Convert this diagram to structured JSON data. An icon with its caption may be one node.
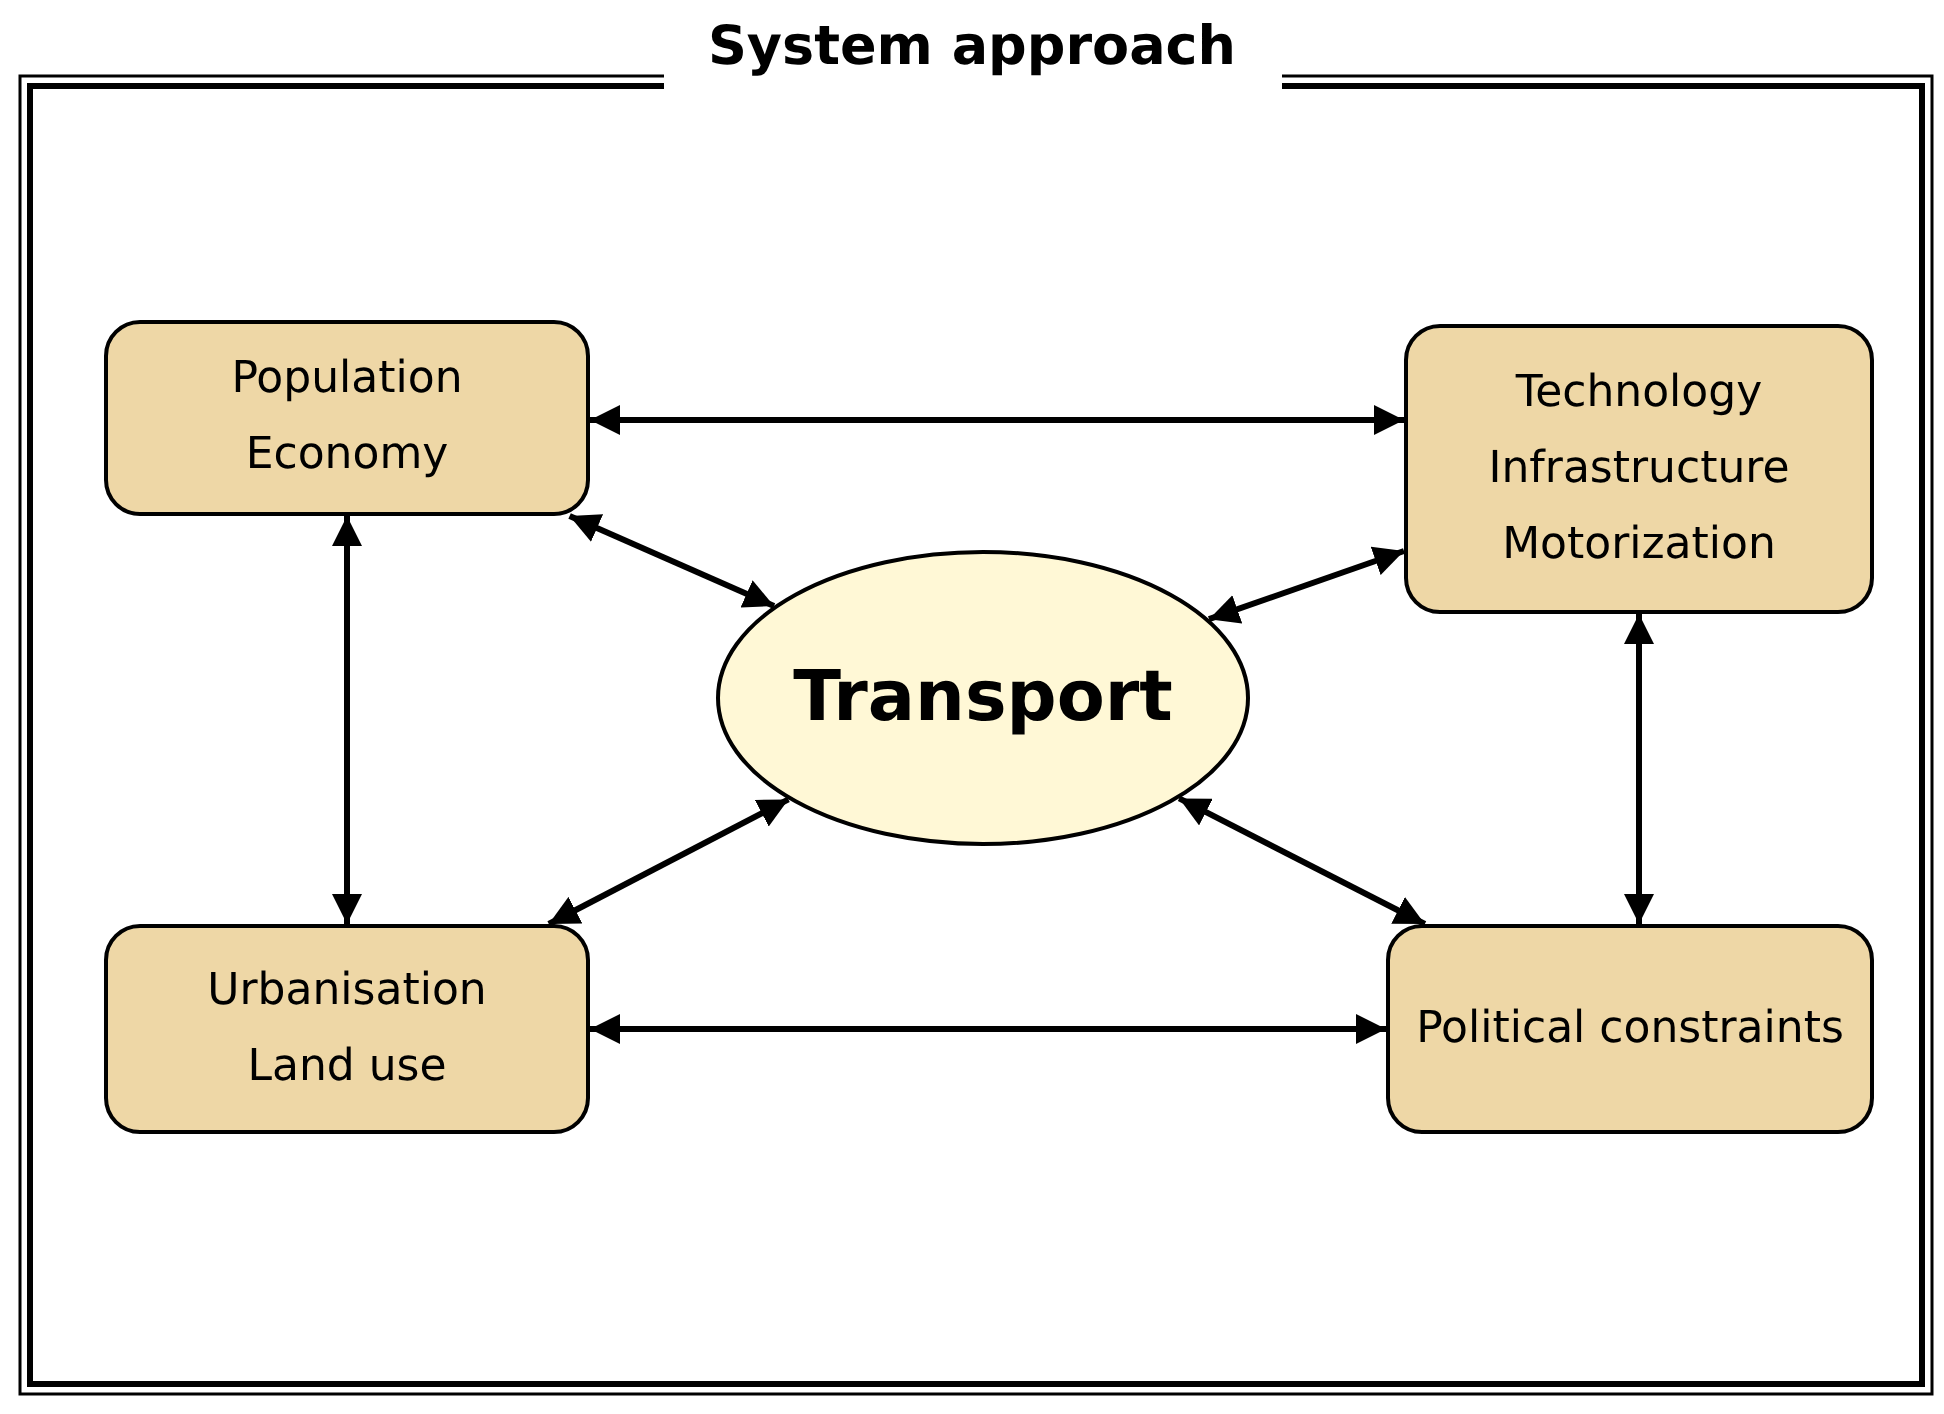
{
  "diagram": {
    "title": "System approach",
    "nodes": [
      {
        "text": [
          "Population",
          "Economy"
        ]
      },
      {
        "text": [
          "Technology",
          "Infrastructure",
          "Motorization"
        ]
      },
      {
        "text": [
          "Transport"
        ]
      },
      {
        "text": [
          "Urbanisation",
          "Land use"
        ]
      },
      {
        "text": [
          "Political constraints"
        ]
      }
    ],
    "edges": [
      {
        "from": 0,
        "to": 1,
        "arrow": "both"
      },
      {
        "from": 0,
        "to": 2,
        "arrow": "both"
      },
      {
        "from": 1,
        "to": 2,
        "arrow": "both"
      },
      {
        "from": 0,
        "to": 3,
        "arrow": "both"
      },
      {
        "from": 1,
        "to": 4,
        "arrow": "both"
      },
      {
        "from": 2,
        "to": 3,
        "arrow": "both"
      },
      {
        "from": 2,
        "to": 4,
        "arrow": "both"
      },
      {
        "from": 3,
        "to": 4,
        "arrow": "both"
      }
    ]
  }
}
